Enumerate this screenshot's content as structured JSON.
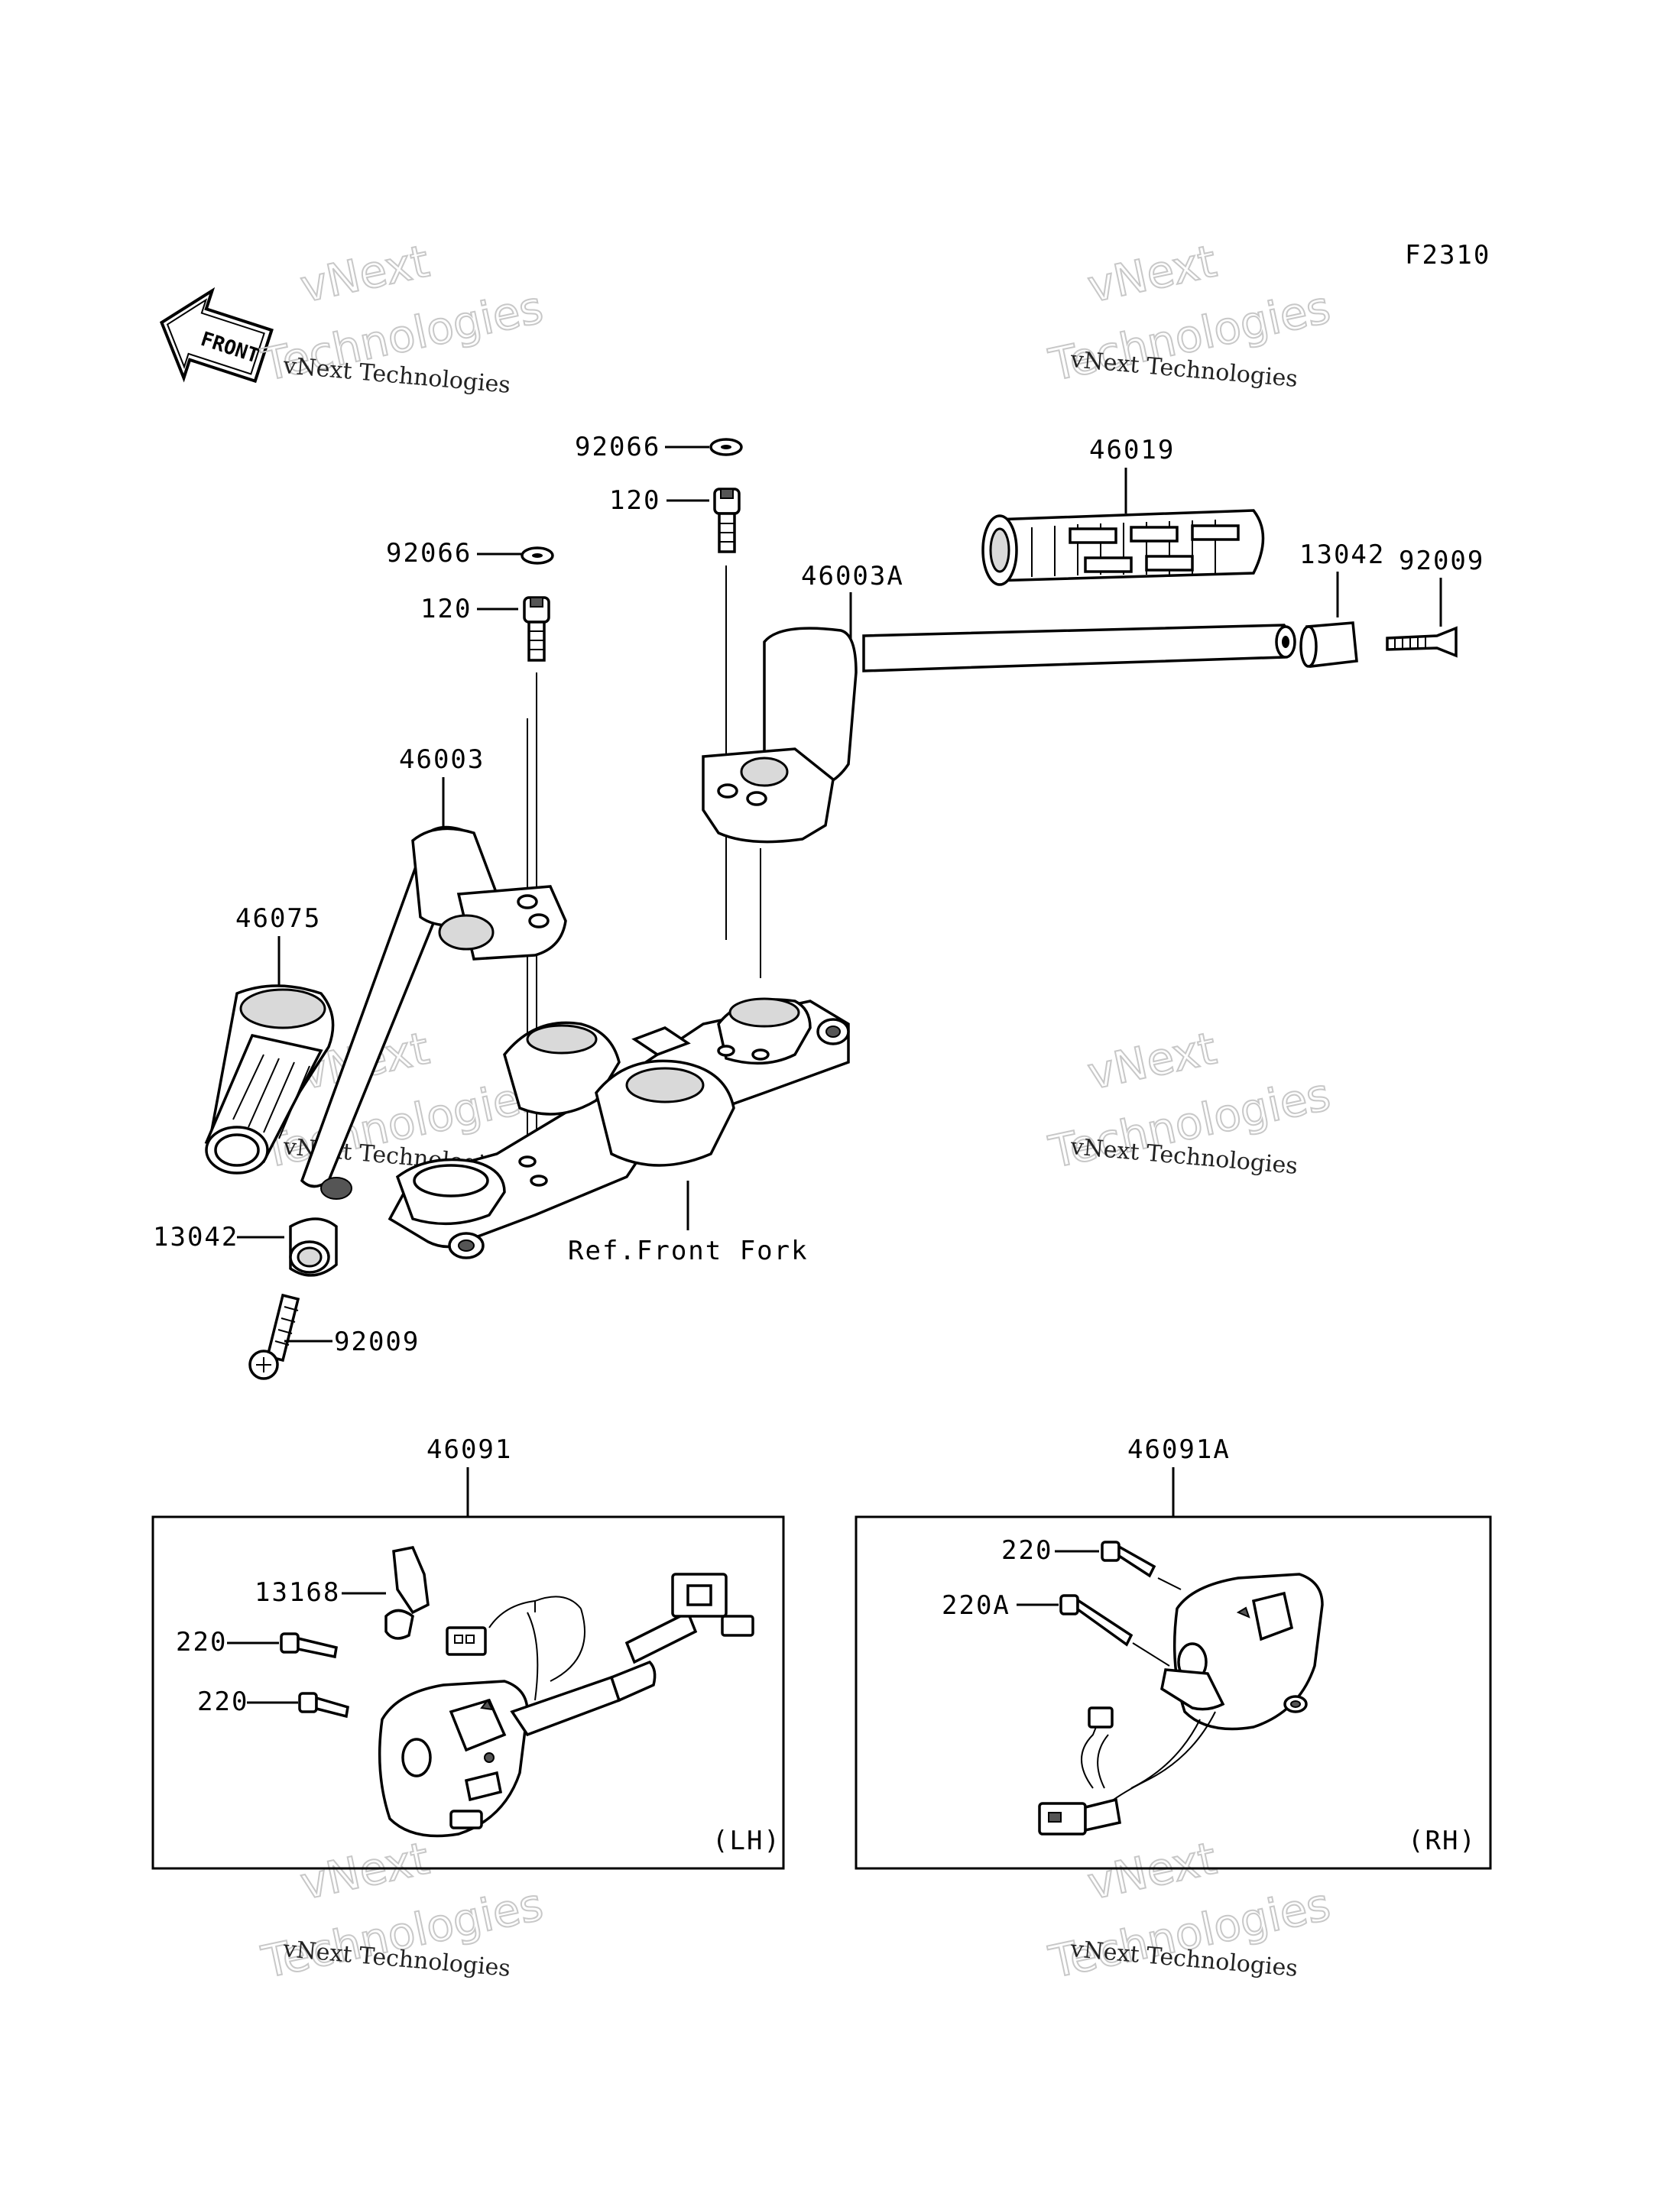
{
  "figure_code": "F2310",
  "front_arrow": {
    "text": "FRONT",
    "icon": "front-arrow-icon"
  },
  "watermarks": [
    {
      "line1": "vNext Technologies",
      "line2": "vNext",
      "line3": "Technologies"
    },
    {
      "line1": "vNext Technologies",
      "line2": "vNext",
      "line3": "Technologies"
    },
    {
      "line1": "vNext Technologies",
      "line2": "vNext",
      "line3": "Technologies"
    },
    {
      "line1": "vNext Technologies",
      "line2": "vNext",
      "line3": "Technologies"
    },
    {
      "line1": "vNext Technologies",
      "line2": "vNext",
      "line3": "Technologies"
    },
    {
      "line1": "vNext Technologies",
      "line2": "vNext",
      "line3": "Technologies"
    }
  ],
  "parts": {
    "washer_right": "92066",
    "bolt_right": "120",
    "washer_left": "92066",
    "bolt_left": "120",
    "grip_right": "46019",
    "handlebar_right": "46003A",
    "weight_right": "13042",
    "screw_right": "92009",
    "handlebar_left": "46003",
    "grip_left": "46075",
    "weight_left": "13042",
    "screw_left": "92009",
    "ref_front_fork": "Ref.Front Fork",
    "switch_lh": "46091",
    "switch_rh": "46091A",
    "clip_lh": "13168",
    "screw_lh_1": "220",
    "screw_lh_2": "220",
    "screw_rh_1": "220",
    "screw_rh_2": "220A"
  },
  "boxes": {
    "left_tag": "(LH)",
    "right_tag": "(RH)"
  }
}
